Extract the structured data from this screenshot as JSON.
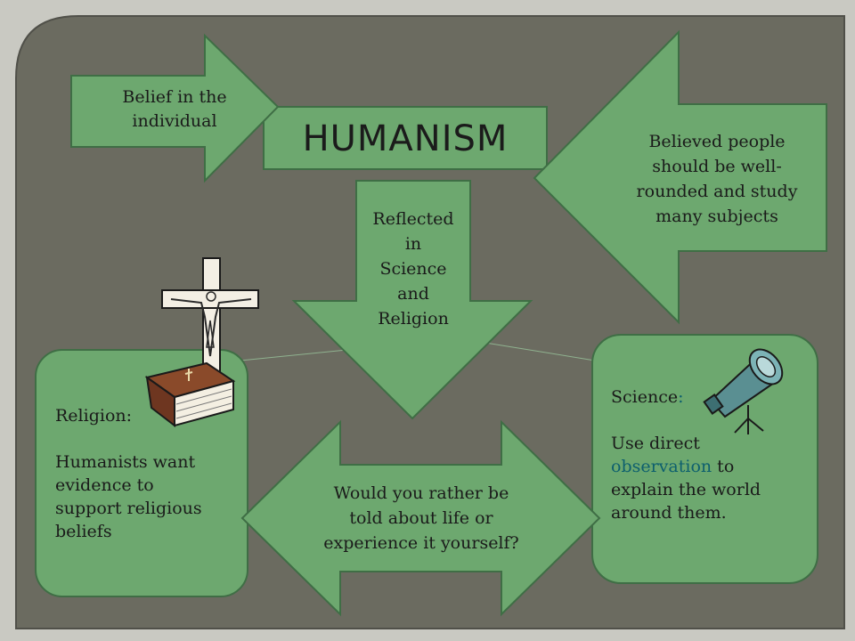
{
  "diagram": {
    "title": "HUMANISM",
    "arrow_individual": [
      "Belief in the",
      "individual"
    ],
    "arrow_well_rounded": [
      "Believed people",
      "should be well-",
      "rounded and study",
      "many subjects"
    ],
    "arrow_reflected": [
      "Reflected",
      "in",
      "Science",
      "and",
      "Religion"
    ],
    "double_arrow": [
      "Would you rather be",
      "told about life or",
      "experience it yourself?"
    ],
    "religion_box": {
      "heading": "Religion:",
      "body": [
        "Humanists want",
        "evidence to",
        "support religious",
        "beliefs"
      ]
    },
    "science_box": {
      "heading": "Science",
      "heading_colon": ":",
      "body_1a": "Use direct",
      "body_2a": "observation",
      "body_2b": " to",
      "body_3": "explain the world",
      "body_4": "around them."
    }
  },
  "colors": {
    "background_outer": "#c9c9c2",
    "background_panel": "#6b6b60",
    "shape_fill": "#6da86f",
    "shape_border": "#3f6e45",
    "title_box_fill": "#6da86f",
    "highlight_text": "#0d5f6e"
  },
  "icons": [
    "crucifix-icon",
    "bible-book-icon",
    "telescope-icon"
  ]
}
